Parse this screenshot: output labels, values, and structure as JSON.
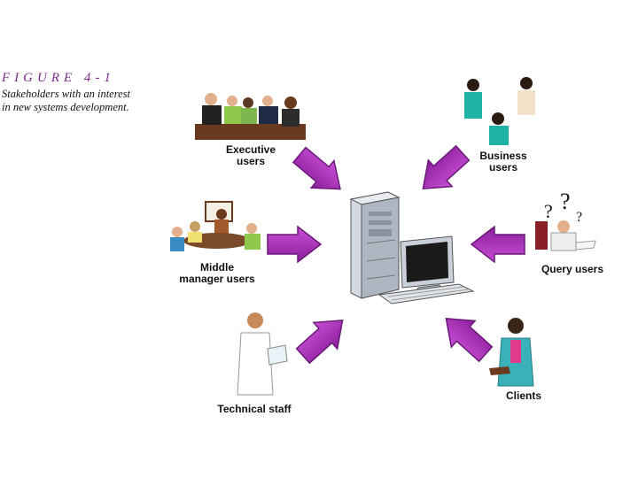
{
  "figure": {
    "label": "FIGURE 4-1",
    "caption_line1": "Stakeholders with an interest",
    "caption_line2": "in new systems development."
  },
  "groups": {
    "executive": {
      "line1": "Executive",
      "line2": "users"
    },
    "business": {
      "line1": "Business",
      "line2": "users"
    },
    "middle": {
      "line1": "Middle",
      "line2": "manager users"
    },
    "query": {
      "line1": "Query users"
    },
    "technical": {
      "line1": "Technical staff"
    },
    "clients": {
      "line1": "Clients"
    }
  },
  "colors": {
    "arrow": "#a52fb2",
    "arrow_dark": "#6a1a78",
    "computer": "#c5ccd6",
    "screen": "#1a1a1a",
    "caption_accent": "#7a2a88"
  },
  "icons": [
    "arrow-icon",
    "computer-tower-icon",
    "monitor-icon",
    "keyboard-icon",
    "people-meeting-icon",
    "person-icon",
    "question-mark-icon"
  ]
}
